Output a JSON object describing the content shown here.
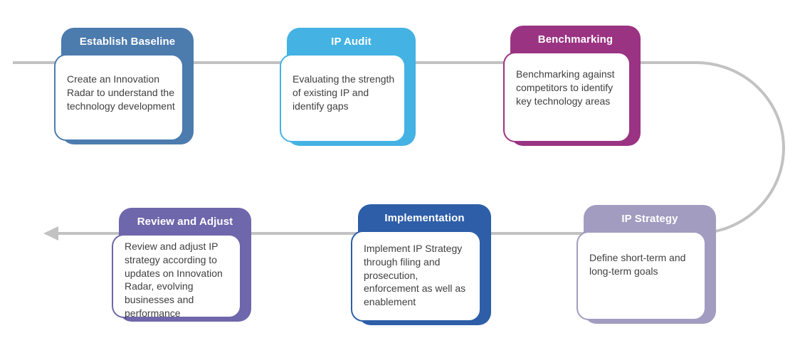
{
  "diagram": {
    "type": "process-flow",
    "connector": {
      "color": "#c2c2c2",
      "direction": "snake: top row left-to-right, curve down on right, bottom row right-to-left ending in left arrow"
    },
    "steps": [
      {
        "id": "establish-baseline",
        "title": "Establish Baseline",
        "description": "Create an Innovation Radar to understand the technology development",
        "color": "#4c7bae"
      },
      {
        "id": "ip-audit",
        "title": "IP Audit",
        "description": "Evaluating the strength of existing IP and identify gaps",
        "color": "#44b2e3"
      },
      {
        "id": "benchmarking",
        "title": "Benchmarking",
        "description": "Benchmarking against competitors to identify key technology areas",
        "color": "#9b3383"
      },
      {
        "id": "ip-strategy",
        "title": "IP Strategy",
        "description": "Define short-term and long-term goals",
        "color": "#a29cc0"
      },
      {
        "id": "implementation",
        "title": "Implementation",
        "description": "Implement IP Strategy through filing and prosecution, enforcement as well as enablement",
        "color": "#2e5ea8"
      },
      {
        "id": "review-and-adjust",
        "title": "Review and Adjust",
        "description": "Review and adjust IP strategy according to updates on Innovation Radar, evolving businesses and performance",
        "color": "#6e67ab"
      }
    ]
  }
}
